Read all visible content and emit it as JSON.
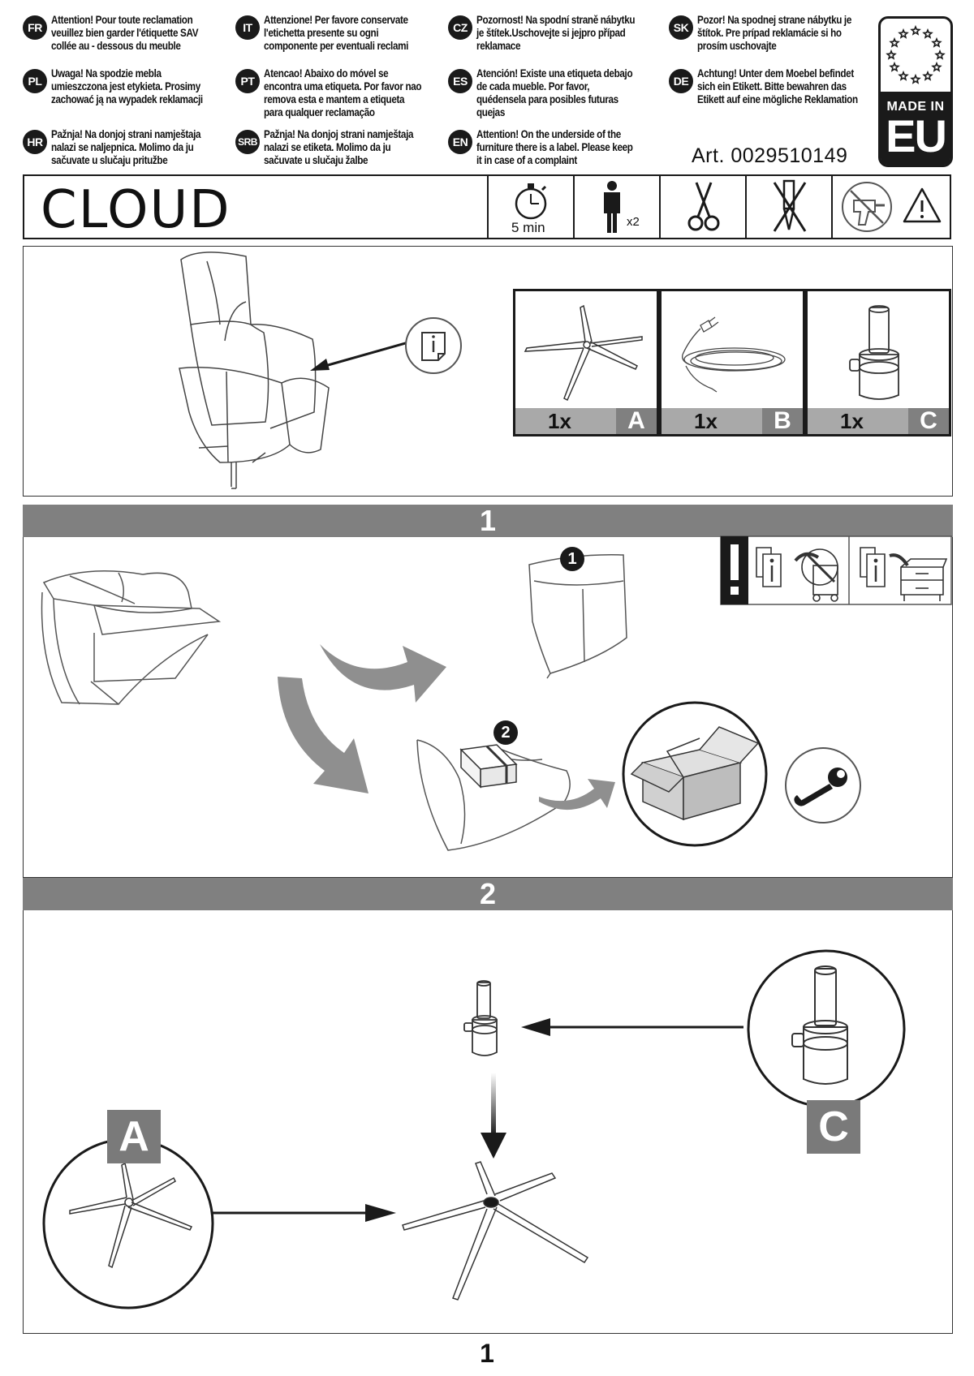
{
  "notices": [
    {
      "code": "FR",
      "text": "Attention! Pour toute reclamation veuillez bien garder l'étiquette SAV collée au - dessous du meuble"
    },
    {
      "code": "IT",
      "text": "Attenzione! Per favore conservate l'etichetta presente su ogni componente per eventuali reclami"
    },
    {
      "code": "CZ",
      "text": "Pozornost! Na spodní straně nábytku je štítek.Uschovejte si jejpro případ reklamace"
    },
    {
      "code": "SK",
      "text": "Pozor! Na spodnej strane nábytku je štítok. Pre prípad reklamácie si ho prosím uschovajte"
    },
    {
      "code": "PL",
      "text": "Uwaga! Na spodzie mebla umieszczona jest etykieta. Prosimy zachować ją na wypadek reklamacji"
    },
    {
      "code": "PT",
      "text": "Atencao! Abaixo do móvel se encontra uma etiqueta. Por favor nao remova esta e mantem a etiqueta para qualquer reclamação"
    },
    {
      "code": "ES",
      "text": "Atención! Existe una etiqueta debajo de cada mueble.  Por favor, quédensela para posibles futuras quejas"
    },
    {
      "code": "DE",
      "text": "Achtung! Unter dem Moebel befindet sich ein Etikett. Bitte bewahren das Etikett auf eine mögliche Reklamation"
    },
    {
      "code": "HR",
      "text": "Pažnja! Na donjoj strani namještaja nalazi se naljepnica. Molimo da ju sačuvate u slučaju pritužbe"
    },
    {
      "code": "SRB",
      "text": "Pažnja! Na donjoj strani namještaja nalazi se etiketa. Molimo da ju sačuvate u slučaju žalbe"
    },
    {
      "code": "EN",
      "text": "Attention! On the underside of the furniture there is a label. Please keep it in case of a complaint"
    }
  ],
  "badge": {
    "made_in": "MADE IN",
    "eu": "EU"
  },
  "article": "Art. 0029510149",
  "title": "CLOUD",
  "assembly": {
    "time": "5 min",
    "persons": "x2"
  },
  "parts": [
    {
      "qty": "1x",
      "letter": "A"
    },
    {
      "qty": "1x",
      "letter": "B"
    },
    {
      "qty": "1x",
      "letter": "C"
    }
  ],
  "steps": {
    "step1": "1",
    "step2": "2",
    "marker1": "1",
    "marker2": "2",
    "label_a": "A",
    "label_c": "C"
  },
  "page_number": "1",
  "colors": {
    "step_bar": "#808080",
    "part_footer": "#a9a9a9",
    "ink": "#1a1a1a",
    "arrow_grey": "#8f8f8f"
  }
}
